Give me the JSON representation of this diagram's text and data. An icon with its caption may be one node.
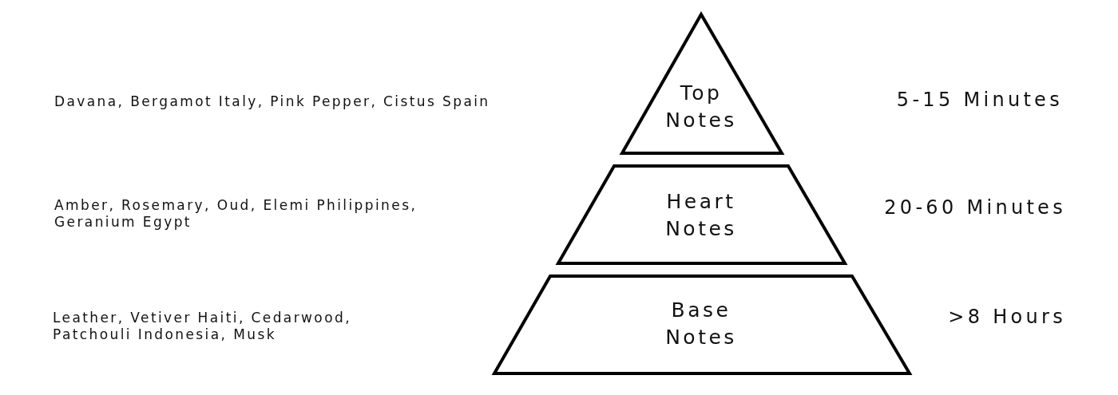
{
  "diagram": {
    "nodes": [
      {
        "text": [
          "Top Notes"
        ]
      },
      {
        "text": [
          "Heart Notes"
        ]
      },
      {
        "text": [
          "Base Notes"
        ]
      }
    ],
    "labels": [
      "Davana, Bergamot Italy, Pink Pepper, Cistus Spain",
      "5-15 Minutes",
      "Amber, Rosemary, Oud, Elemi Philippines, Geranium Egypt",
      "20-60 Minutes",
      "Leather, Vetiver Haiti, Cedarwood, Patchouli Indonesia, Musk",
      ">8 Hours"
    ]
  }
}
